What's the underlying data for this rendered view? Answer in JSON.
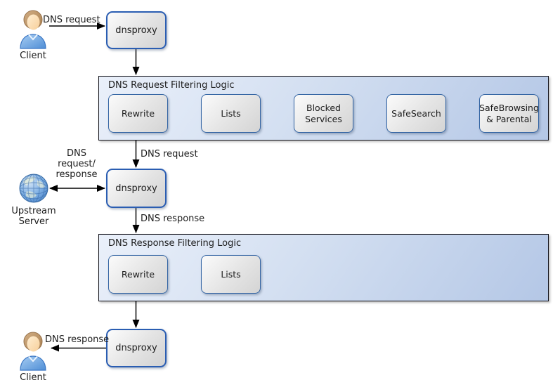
{
  "diagram": {
    "actors": {
      "client_top": {
        "label": "Client"
      },
      "upstream": {
        "label_line1": "Upstream",
        "label_line2": "Server"
      },
      "client_bottom": {
        "label": "Client"
      }
    },
    "proxies": {
      "top": {
        "label": "dnsproxy"
      },
      "middle": {
        "label": "dnsproxy"
      },
      "bottom": {
        "label": "dnsproxy"
      }
    },
    "request_filtering": {
      "title": "DNS Request Filtering Logic",
      "steps": [
        "Rewrite",
        "Lists",
        "Blocked Services",
        "SafeSearch",
        "SafeBrowsing & Parental"
      ]
    },
    "response_filtering": {
      "title": "DNS Response Filtering Logic",
      "steps": [
        "Rewrite",
        "Lists"
      ]
    },
    "edge_labels": {
      "client_request": "DNS request",
      "filtered_request": "DNS request",
      "upstream_exchange_line1": "DNS",
      "upstream_exchange_line2": "request/",
      "upstream_exchange_line3": "response",
      "upstream_response": "DNS response",
      "client_response": "DNS response"
    },
    "icons": {
      "client_top": "person-icon",
      "upstream": "globe-icon",
      "client_bottom": "person-icon"
    },
    "colors": {
      "container_fill_light": "#eaf0fa",
      "container_fill_dark": "#b4c7e6",
      "container_border": "#101018",
      "box_fill_light": "#fbfbfb",
      "box_fill_dark": "#d4d4d4",
      "step_border": "#3465a4",
      "proxy_border": "#2a5db2",
      "arrow": "#000000",
      "globe_blue": "#5b92d4",
      "shirt_blue": "#6aa5e3",
      "hair_brown": "#bd9467"
    }
  }
}
